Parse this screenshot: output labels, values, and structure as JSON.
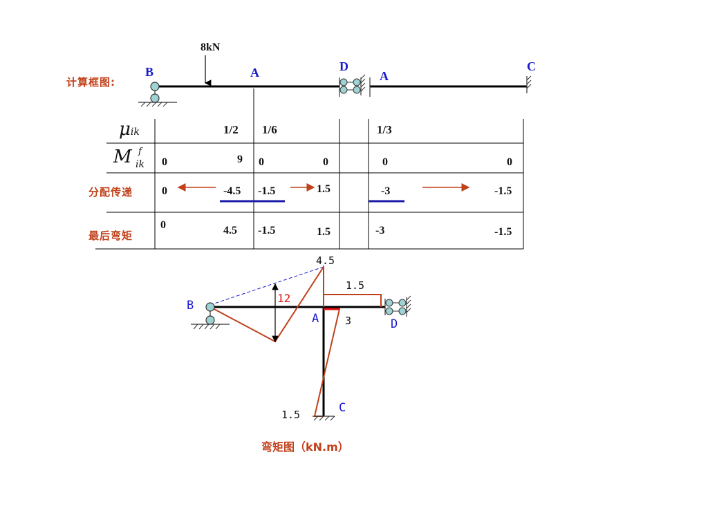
{
  "frame": {
    "label": "计算框图:",
    "load": "8kN",
    "points": {
      "B": "B",
      "A1": "A",
      "D": "D",
      "A2": "A",
      "C": "C"
    }
  },
  "table": {
    "row_mu": {
      "sym": "μ",
      "sub": "ik"
    },
    "row_mf": {
      "sym": "M",
      "sup": "f",
      "sub": "ik"
    },
    "row_dist_label": "分配传递",
    "row_final_label": "最后弯矩",
    "mu": {
      "a_left": "1/2",
      "a_right": "1/6",
      "c_side": "1/3"
    },
    "mf": {
      "b": "0",
      "a_left": "9",
      "a_right": "0",
      "d": "0",
      "a2": "0",
      "c": "0"
    },
    "dist": {
      "b": "0",
      "a_left": "-4.5",
      "a_right": "-1.5",
      "d": "1.5",
      "a2": "-3",
      "c": "-1.5"
    },
    "final": {
      "b": "0",
      "a_left": "4.5",
      "a_right": "-1.5",
      "d": "1.5",
      "a2": "-3",
      "c": "-1.5"
    }
  },
  "diagram": {
    "caption": "弯矩图（kN.m）",
    "points": {
      "B": "B",
      "A": "A",
      "D": "D",
      "C": "C"
    },
    "values": {
      "top": "4.5",
      "right": "1.5",
      "mid": "12",
      "a_right": "3",
      "bottom": "1.5"
    }
  }
}
